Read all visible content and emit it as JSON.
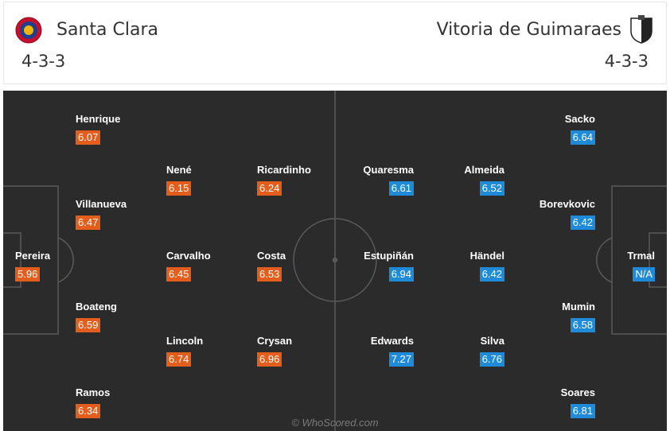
{
  "home": {
    "name": "Santa Clara",
    "formation": "4-3-3",
    "players": [
      {
        "name": "Henrique",
        "rating": "6.07"
      },
      {
        "name": "Nené",
        "rating": "6.15"
      },
      {
        "name": "Ricardinho",
        "rating": "6.24"
      },
      {
        "name": "Villanueva",
        "rating": "6.47"
      },
      {
        "name": "Pereira",
        "rating": "5.96"
      },
      {
        "name": "Carvalho",
        "rating": "6.45"
      },
      {
        "name": "Costa",
        "rating": "6.53"
      },
      {
        "name": "Boateng",
        "rating": "6.59"
      },
      {
        "name": "Lincoln",
        "rating": "6.74"
      },
      {
        "name": "Crysan",
        "rating": "6.96"
      },
      {
        "name": "Ramos",
        "rating": "6.34"
      }
    ]
  },
  "away": {
    "name": "Vitoria de Guimaraes",
    "formation": "4-3-3",
    "players": [
      {
        "name": "Sacko",
        "rating": "6.64"
      },
      {
        "name": "Quaresma",
        "rating": "6.61"
      },
      {
        "name": "Almeida",
        "rating": "6.52"
      },
      {
        "name": "Borevkovic",
        "rating": "6.42"
      },
      {
        "name": "Estupiñán",
        "rating": "6.94"
      },
      {
        "name": "Händel",
        "rating": "6.42"
      },
      {
        "name": "Trmal",
        "rating": "N/A"
      },
      {
        "name": "Mumin",
        "rating": "6.58"
      },
      {
        "name": "Edwards",
        "rating": "7.27"
      },
      {
        "name": "Silva",
        "rating": "6.76"
      },
      {
        "name": "Soares",
        "rating": "6.81"
      }
    ]
  },
  "watermark": "© WhoScored.com",
  "colors": {
    "home_rating": "#e35d1c",
    "away_rating": "#1f8ad8",
    "pitch": "#2b2b2b",
    "lines": "#5a5a5a"
  },
  "icons": {
    "home_logo": "santa-clara-crest-icon",
    "away_logo": "vitoria-guimaraes-crest-icon"
  }
}
